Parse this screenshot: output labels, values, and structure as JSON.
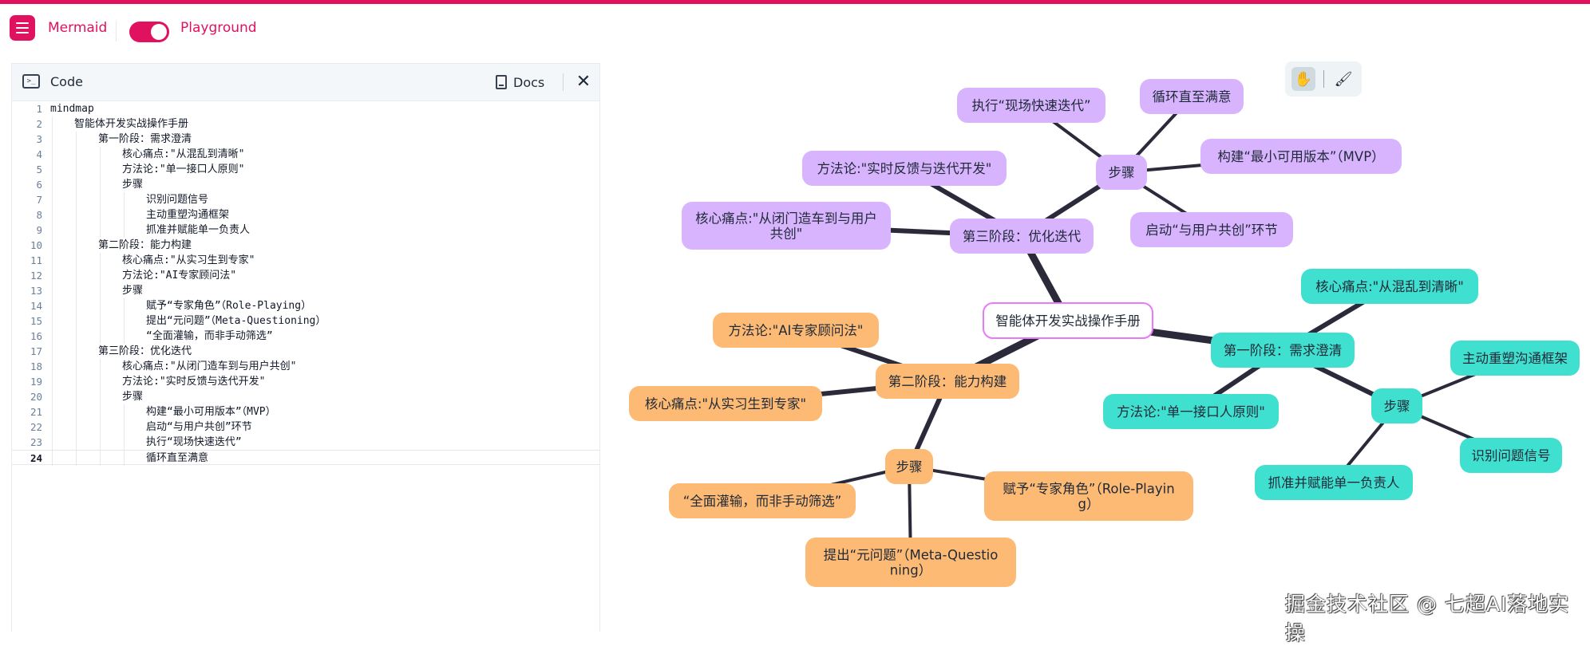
{
  "header": {
    "brand": "Mermaid",
    "playground": "Playground",
    "playground_enabled": true
  },
  "panel": {
    "title": "Code",
    "docs_label": "Docs"
  },
  "editor": {
    "lines": [
      {
        "num": "1",
        "indent": 0,
        "text": "mindmap"
      },
      {
        "num": "2",
        "indent": 1,
        "text": "智能体开发实战操作手册"
      },
      {
        "num": "3",
        "indent": 2,
        "text": "第一阶段：需求澄清"
      },
      {
        "num": "4",
        "indent": 3,
        "text": "核心痛点:\"从混乱到清晰\""
      },
      {
        "num": "5",
        "indent": 3,
        "text": "方法论:\"单一接口人原则\""
      },
      {
        "num": "6",
        "indent": 3,
        "text": "步骤"
      },
      {
        "num": "7",
        "indent": 4,
        "text": "识别问题信号"
      },
      {
        "num": "8",
        "indent": 4,
        "text": "主动重塑沟通框架"
      },
      {
        "num": "9",
        "indent": 4,
        "text": "抓准并赋能单一负责人"
      },
      {
        "num": "10",
        "indent": 2,
        "text": "第二阶段：能力构建"
      },
      {
        "num": "11",
        "indent": 3,
        "text": "核心痛点:\"从实习生到专家\""
      },
      {
        "num": "12",
        "indent": 3,
        "text": "方法论:\"AI专家顾问法\""
      },
      {
        "num": "13",
        "indent": 3,
        "text": "步骤"
      },
      {
        "num": "14",
        "indent": 4,
        "text": "赋予“专家角色”（Role-Playing）"
      },
      {
        "num": "15",
        "indent": 4,
        "text": "提出“元问题”（Meta-Questioning）"
      },
      {
        "num": "16",
        "indent": 4,
        "text": "“全面灌输，而非手动筛选”"
      },
      {
        "num": "17",
        "indent": 2,
        "text": "第三阶段：优化迭代"
      },
      {
        "num": "18",
        "indent": 3,
        "text": "核心痛点:\"从闭门造车到与用户共创\""
      },
      {
        "num": "19",
        "indent": 3,
        "text": "方法论:\"实时反馈与迭代开发\""
      },
      {
        "num": "20",
        "indent": 3,
        "text": "步骤"
      },
      {
        "num": "21",
        "indent": 4,
        "text": "构建“最小可用版本”（MVP）"
      },
      {
        "num": "22",
        "indent": 4,
        "text": "启动“与用户共创”环节"
      },
      {
        "num": "23",
        "indent": 4,
        "text": "执行“现场快速迭代”"
      },
      {
        "num": "24",
        "indent": 4,
        "text": "循环直至满意"
      }
    ],
    "active_line": "24"
  },
  "mindmap": {
    "colors": {
      "root_border": "#e879f9",
      "purple": "#d8b4fe",
      "orange": "#fdba74",
      "teal": "#40e0d0",
      "edge": "#2a2a3a"
    },
    "nodes": [
      {
        "id": "root",
        "branch": "root",
        "lines": [
          "智能体开发实战操作手册"
        ]
      },
      {
        "id": "s3",
        "branch": "purple",
        "lines": [
          "第三阶段：优化迭代"
        ]
      },
      {
        "id": "s3pain",
        "branch": "purple",
        "lines": [
          "核心痛点:\"从闭门造车到与用户",
          "共创\""
        ]
      },
      {
        "id": "s3method",
        "branch": "purple",
        "lines": [
          "方法论:\"实时反馈与迭代开发\""
        ]
      },
      {
        "id": "s3steps",
        "branch": "purple",
        "lines": [
          "步骤"
        ]
      },
      {
        "id": "s3a",
        "branch": "purple",
        "lines": [
          "执行“现场快速迭代”"
        ]
      },
      {
        "id": "s3b",
        "branch": "purple",
        "lines": [
          "循环直至满意"
        ]
      },
      {
        "id": "s3c",
        "branch": "purple",
        "lines": [
          "构建“最小可用版本”（MVP）"
        ]
      },
      {
        "id": "s3d",
        "branch": "purple",
        "lines": [
          "启动“与用户共创”环节"
        ]
      },
      {
        "id": "s1",
        "branch": "teal",
        "lines": [
          "第一阶段：需求澄清"
        ]
      },
      {
        "id": "s1pain",
        "branch": "teal",
        "lines": [
          "核心痛点:\"从混乱到清晰\""
        ]
      },
      {
        "id": "s1method",
        "branch": "teal",
        "lines": [
          "方法论:\"单一接口人原则\""
        ]
      },
      {
        "id": "s1steps",
        "branch": "teal",
        "lines": [
          "步骤"
        ]
      },
      {
        "id": "s1a",
        "branch": "teal",
        "lines": [
          "主动重塑沟通框架"
        ]
      },
      {
        "id": "s1b",
        "branch": "teal",
        "lines": [
          "识别问题信号"
        ]
      },
      {
        "id": "s1c",
        "branch": "teal",
        "lines": [
          "抓准并赋能单一负责人"
        ]
      },
      {
        "id": "s2",
        "branch": "orange",
        "lines": [
          "第二阶段：能力构建"
        ]
      },
      {
        "id": "s2method",
        "branch": "orange",
        "lines": [
          "方法论:\"AI专家顾问法\""
        ]
      },
      {
        "id": "s2pain",
        "branch": "orange",
        "lines": [
          "核心痛点:\"从实习生到专家\""
        ]
      },
      {
        "id": "s2steps",
        "branch": "orange",
        "lines": [
          "步骤"
        ]
      },
      {
        "id": "s2a",
        "branch": "orange",
        "lines": [
          "“全面灌输，而非手动筛选”"
        ]
      },
      {
        "id": "s2b",
        "branch": "orange",
        "lines": [
          "赋予“专家角色”（Role-Playin",
          "g）"
        ]
      },
      {
        "id": "s2c",
        "branch": "orange",
        "lines": [
          "提出“元问题”（Meta-Questio",
          "ning）"
        ]
      }
    ],
    "edges": [
      [
        "root",
        "s3"
      ],
      [
        "root",
        "s1"
      ],
      [
        "root",
        "s2"
      ],
      [
        "s3",
        "s3pain"
      ],
      [
        "s3",
        "s3method"
      ],
      [
        "s3",
        "s3steps"
      ],
      [
        "s3steps",
        "s3a"
      ],
      [
        "s3steps",
        "s3b"
      ],
      [
        "s3steps",
        "s3c"
      ],
      [
        "s3steps",
        "s3d"
      ],
      [
        "s1",
        "s1pain"
      ],
      [
        "s1",
        "s1method"
      ],
      [
        "s1",
        "s1steps"
      ],
      [
        "s1steps",
        "s1a"
      ],
      [
        "s1steps",
        "s1b"
      ],
      [
        "s1steps",
        "s1c"
      ],
      [
        "s2",
        "s2method"
      ],
      [
        "s2",
        "s2pain"
      ],
      [
        "s2",
        "s2steps"
      ],
      [
        "s2steps",
        "s2a"
      ],
      [
        "s2steps",
        "s2b"
      ],
      [
        "s2steps",
        "s2c"
      ]
    ]
  },
  "watermark": "掘金技术社区 @ 七超AI落地实操",
  "icons": {
    "menu": "menu-icon",
    "code": "code-icon",
    "docs": "book-icon",
    "close": "close-icon",
    "pan": "hand-icon",
    "paint": "paint-roller-icon"
  }
}
